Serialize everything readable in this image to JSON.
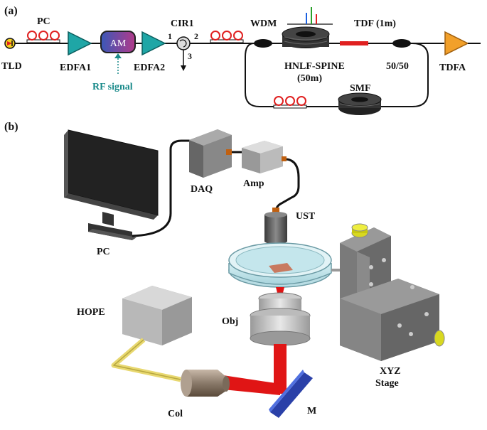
{
  "panel_a": {
    "label": "(a)",
    "tld": "TLD",
    "pc": "PC",
    "edfa1": "EDFA1",
    "am": "AM",
    "edfa2": "EDFA2",
    "rf_signal": "RF signal",
    "cir1": "CIR1",
    "port1": "1",
    "port2": "2",
    "port3": "3",
    "wdm": "WDM",
    "tdf": "TDF (1m)",
    "hnlf_line1": "HNLF-SPINE",
    "hnlf_line2": "(50m)",
    "coupler": "50/50",
    "tdfa": "TDFA",
    "smf": "SMF"
  },
  "panel_b": {
    "label": "(b)",
    "pc": "PC",
    "daq": "DAQ",
    "amp": "Amp",
    "ust": "UST",
    "hope": "HOPE",
    "obj": "Obj",
    "col": "Col",
    "m": "M",
    "xyz_line1": "XYZ",
    "xyz_line2": "Stage"
  },
  "colors": {
    "edfa": "#1fa6a6",
    "am_fill": "#7a4fa0",
    "tdfa": "#f2a02a",
    "laser": "#e01515",
    "teal_text": "#1a8a8a",
    "fiber_loop": "#e02020",
    "gray_box": "#8a8a8a",
    "mirror": "#3050c0"
  }
}
